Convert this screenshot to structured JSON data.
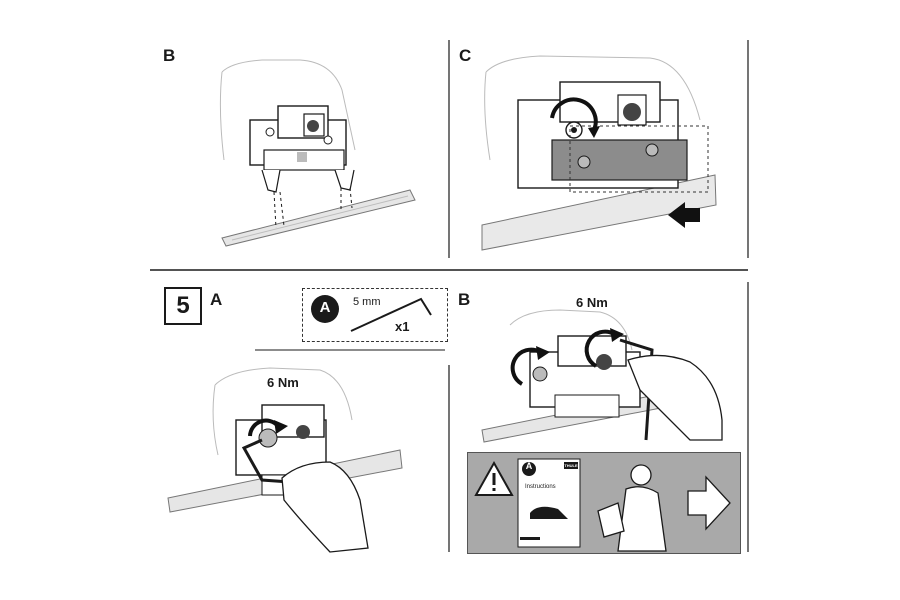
{
  "panels": {
    "top_left": {
      "letter": "B"
    },
    "top_right": {
      "letter": "C"
    },
    "step": {
      "number": "5"
    },
    "bottom_left": {
      "letter": "A",
      "torque": "6 Nm"
    },
    "bottom_right": {
      "letter": "B",
      "torque": "6 Nm"
    }
  },
  "tool": {
    "badge": "A",
    "size": "5 mm",
    "quantity": "x1"
  },
  "notice": {
    "booklet_badge": "A",
    "booklet_brand": "THULE",
    "booklet_title": "Instructions",
    "icons": [
      "warning-icon",
      "instruction-booklet",
      "person-reading-icon",
      "arrow-right-icon"
    ],
    "background": "#a9a9a9"
  },
  "colors": {
    "line": "#1a1a1a",
    "arrow": "#111111",
    "bracket_gray": "#8c8c8c",
    "bar_gray": "#d9d9d9"
  }
}
